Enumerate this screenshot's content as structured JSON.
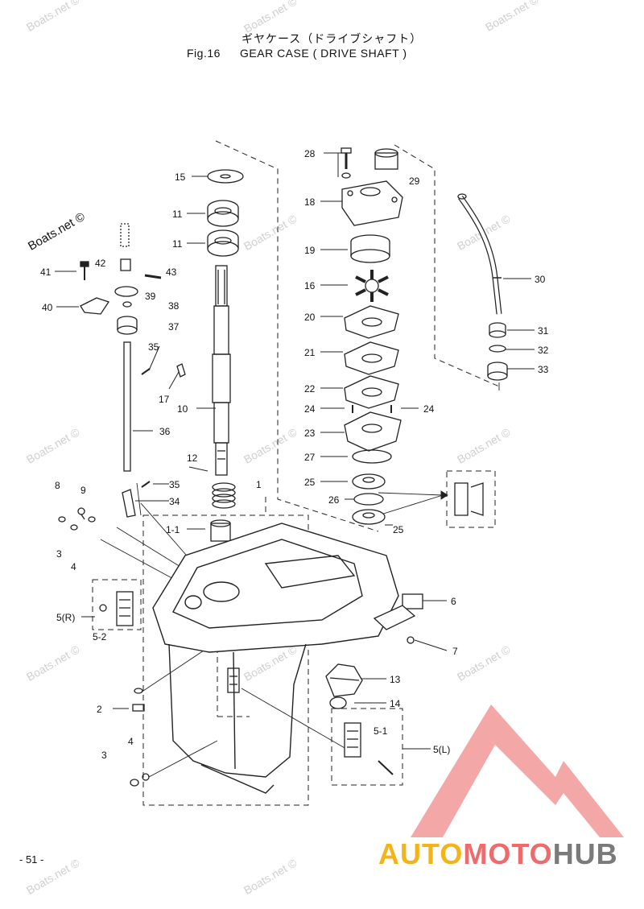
{
  "header": {
    "title_jp": "ギヤケース（ドライブシャフト）",
    "fig_label": "Fig.16",
    "title_en": "GEAR CASE ( DRIVE SHAFT )"
  },
  "watermark": {
    "text": "Boats.net ©"
  },
  "page_number": "- 51 -",
  "brand": {
    "part1": "AUTO",
    "part2": "MOTO",
    "part3": "HUB",
    "color_auto": "#f5b31a",
    "color_moto": "#ef6a6a",
    "color_hub": "#7a7a7a"
  },
  "callouts": [
    "15",
    "11",
    "11",
    "41",
    "42",
    "43",
    "39",
    "38",
    "40",
    "37",
    "35",
    "17",
    "10",
    "36",
    "12",
    "35",
    "34",
    "8",
    "9",
    "3",
    "4",
    "1-1",
    "1",
    "5(R)",
    "5-2",
    "2",
    "4",
    "3",
    "28",
    "29",
    "18",
    "19",
    "16",
    "20",
    "21",
    "22",
    "24",
    "24",
    "23",
    "27",
    "25",
    "26",
    "25",
    "30",
    "31",
    "32",
    "33",
    "6",
    "7",
    "13",
    "14",
    "5-1",
    "5(L)"
  ]
}
